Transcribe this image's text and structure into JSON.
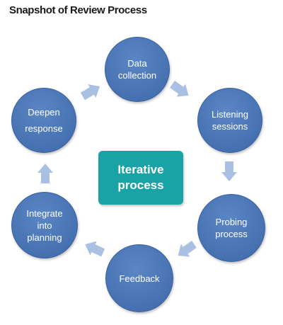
{
  "title": "Snapshot of Review Process",
  "center": {
    "line1": "Iterative",
    "line2": "process"
  },
  "nodes": {
    "data_collection": {
      "line1": "Data",
      "line2": "collection"
    },
    "listening_sessions": {
      "line1": "Listening",
      "line2": "sessions"
    },
    "probing_process": {
      "line1": "Probing",
      "line2": "process"
    },
    "feedback": {
      "line1": "Feedback"
    },
    "integrate_into_planning": {
      "line1": "Integrate",
      "line2": "into",
      "line3": "planning"
    },
    "deepen_response": {
      "line1": "Deepen",
      "line2": "response"
    }
  },
  "colors": {
    "node_fill": "#4a76b6",
    "center_fill": "#1aa3a6",
    "arrow_fill": "#a9c0e2"
  },
  "icons": [
    "arrow-right-down-icon",
    "arrow-down-icon",
    "arrow-left-down-icon",
    "arrow-left-icon",
    "arrow-up-icon",
    "arrow-right-up-icon"
  ]
}
